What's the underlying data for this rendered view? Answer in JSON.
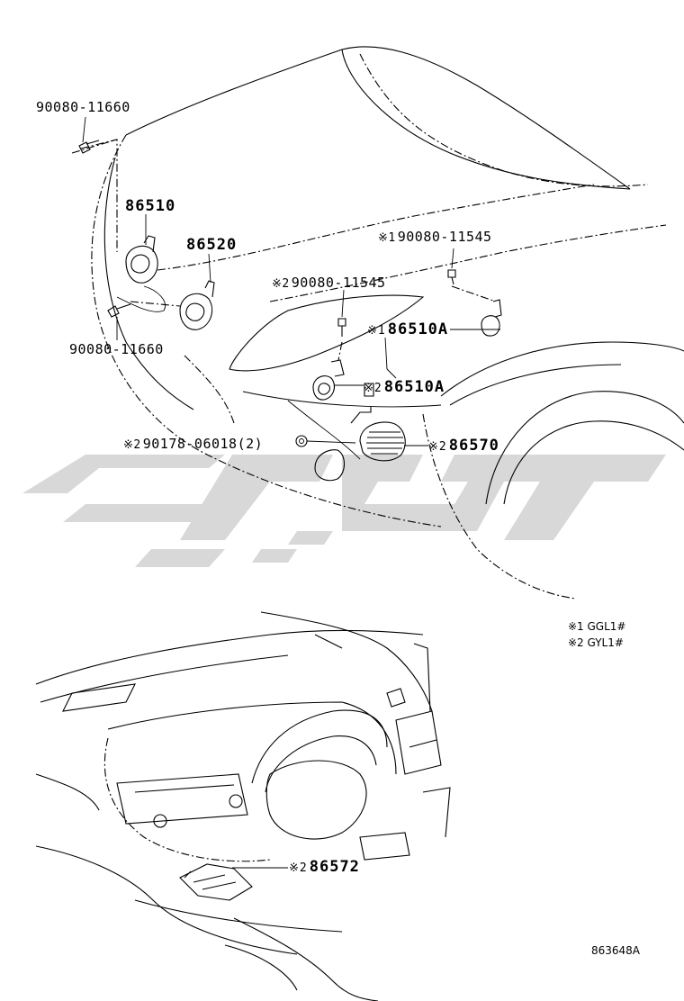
{
  "callouts": {
    "bolt_upper": "90080-11660",
    "horn_86510": "86510",
    "horn_86520": "86520",
    "bolt_right_mark": "※1",
    "bolt_right": "90080-11545",
    "bolt_center_mark": "※2",
    "bolt_center": "90080-11545",
    "horn_a1_mark": "※1",
    "horn_a1": "86510A",
    "bolt_lower": "90080-11660",
    "horn_a2_mark": "※2",
    "horn_a2": "86510A",
    "nut_mark": "※2",
    "nut": "90178-06018(2)",
    "speaker_mark": "※2",
    "speaker": "86570",
    "bracket_mark": "※2",
    "bracket": "86572"
  },
  "legend": {
    "note1": "※1 GGL1#",
    "note2": "※2 GYL1#"
  },
  "diagram_code": "863648A",
  "colors": {
    "line": "#000000",
    "watermark": "#d8d8d8",
    "background": "#ffffff"
  }
}
